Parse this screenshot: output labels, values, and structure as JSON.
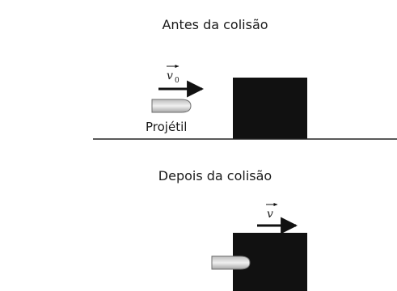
{
  "diagram": {
    "before": {
      "title": "Antes da colisão",
      "velocity_symbol": "v",
      "velocity_subscript": "0",
      "projectile_label": "Projétil"
    },
    "after": {
      "title": "Depois da colisão",
      "velocity_symbol": "v"
    }
  },
  "colors": {
    "block": "#111111",
    "ground": "#222222",
    "projectile_fill": "#d9d9d9",
    "arrow": "#111111"
  }
}
